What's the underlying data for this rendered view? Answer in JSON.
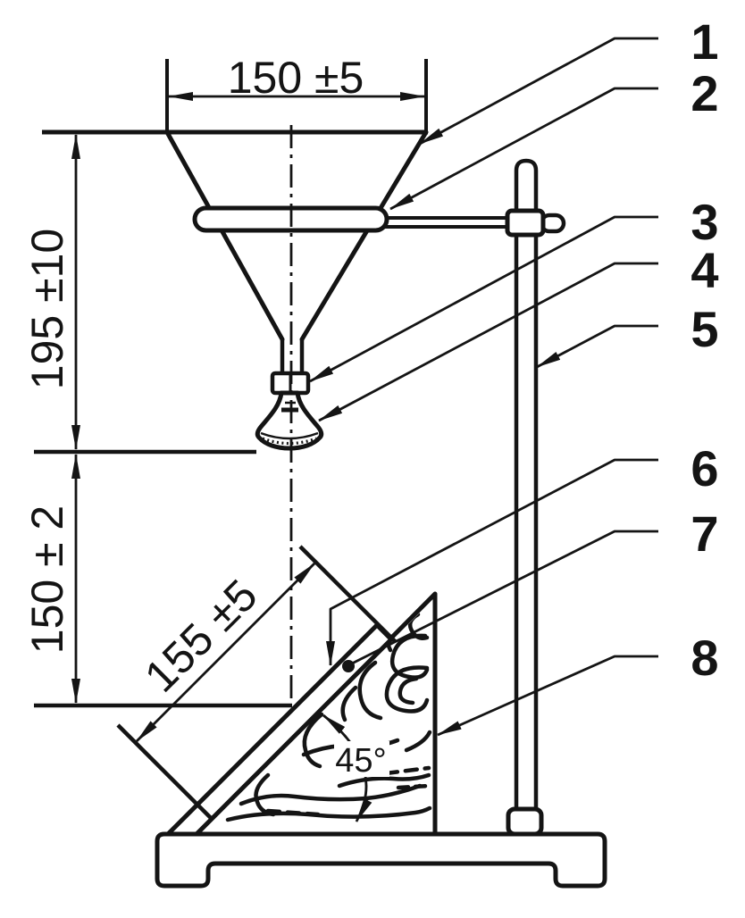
{
  "figure": {
    "kind": "technical-line-drawing",
    "background_color": "#ffffff",
    "ink_color": "#141414"
  },
  "dimensions": {
    "funnel_top_width": "150 ±5",
    "funnel_height": "195 ±10",
    "drop_height": "150 ± 2",
    "board_length": "155 ±5",
    "wedge_angle": "45°"
  },
  "callouts": [
    {
      "label": "1"
    },
    {
      "label": "2"
    },
    {
      "label": "3"
    },
    {
      "label": "4"
    },
    {
      "label": "5"
    },
    {
      "label": "6"
    },
    {
      "label": "7"
    },
    {
      "label": "8"
    }
  ]
}
